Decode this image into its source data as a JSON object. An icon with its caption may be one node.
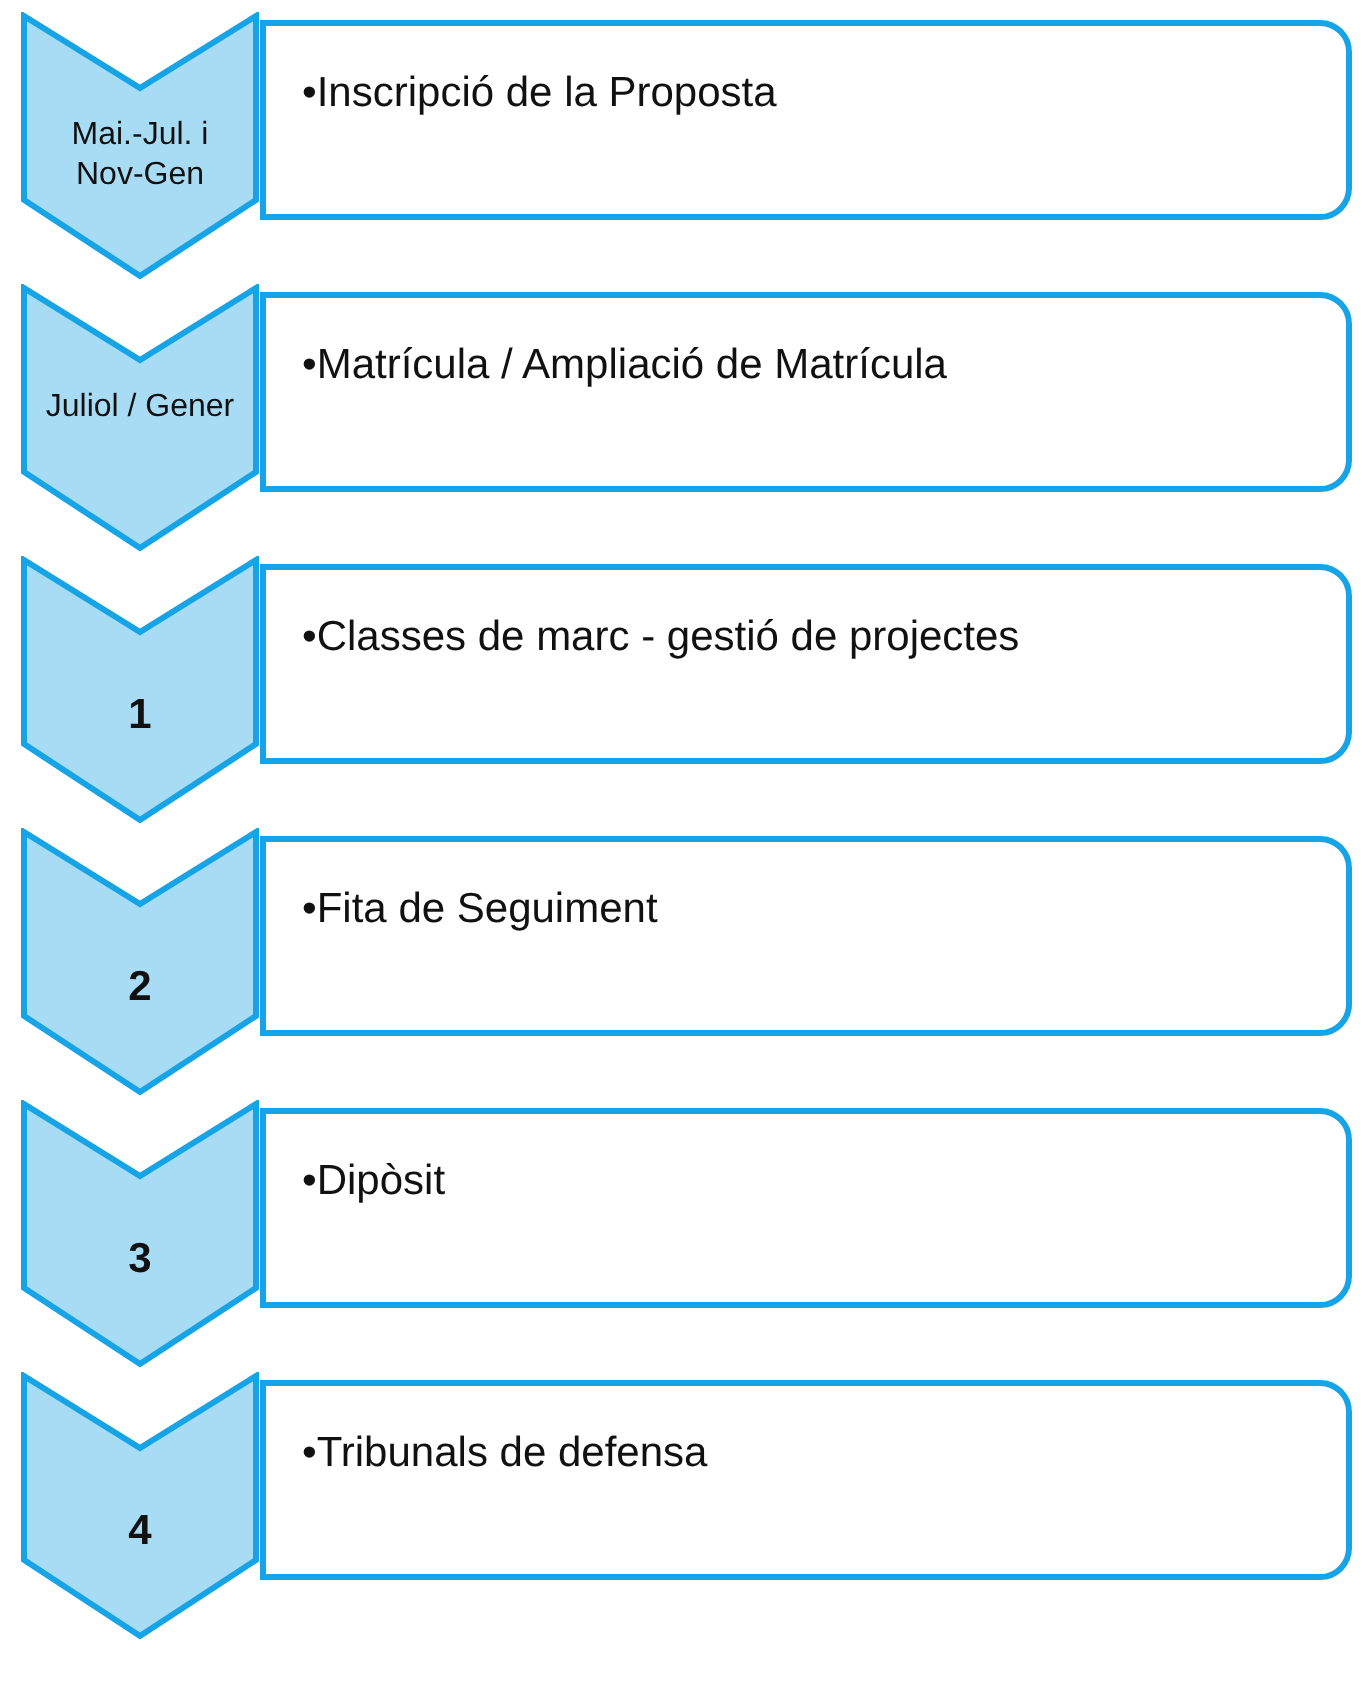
{
  "diagram": {
    "nodes": [
      {
        "text": [
          "Mai.-Jul. i Nov-Gen"
        ]
      },
      {
        "text": [
          "•Inscripció de la Proposta"
        ]
      },
      {
        "text": [
          "Juliol / Gener"
        ]
      },
      {
        "text": [
          "•Matrícula / Ampliació de Matrícula"
        ]
      },
      {
        "text": [
          "1"
        ]
      },
      {
        "text": [
          "•Classes de marc - gestió de projectes"
        ]
      },
      {
        "text": [
          "2"
        ]
      },
      {
        "text": [
          "•Fita de Seguiment"
        ]
      },
      {
        "text": [
          "3"
        ]
      },
      {
        "text": [
          "•Dipòsit"
        ]
      },
      {
        "text": [
          "4"
        ]
      },
      {
        "text": [
          "•Tribunals de defensa"
        ]
      }
    ]
  }
}
